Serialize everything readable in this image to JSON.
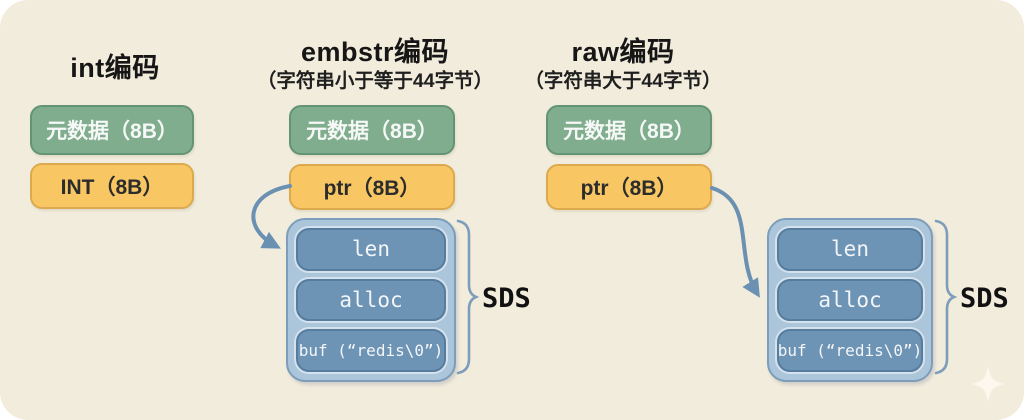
{
  "diagram": {
    "background_color": "#f2ecdc",
    "colors": {
      "metadata_box": "#7fad8d",
      "pointer_box": "#f8c763",
      "sds_inner_box": "#6d93b5",
      "sds_container": "#abc5da",
      "arrow": "#6a90b2"
    },
    "columns": [
      {
        "key": "int",
        "title": "int编码",
        "subtitle": "",
        "metadata_box": "元数据（8B）",
        "second_box": "INT（8B）"
      },
      {
        "key": "embstr",
        "title": "embstr编码",
        "subtitle": "（字符串小于等于44字节）",
        "metadata_box": "元数据（8B）",
        "second_box": "ptr（8B）"
      },
      {
        "key": "raw",
        "title": "raw编码",
        "subtitle": "（字符串大于44字节）",
        "metadata_box": "元数据（8B）",
        "second_box": "ptr（8B）"
      }
    ],
    "sds": {
      "rows": [
        "len",
        "alloc",
        "buf (“redis\\0”)"
      ],
      "brace_label": "SDS"
    }
  }
}
